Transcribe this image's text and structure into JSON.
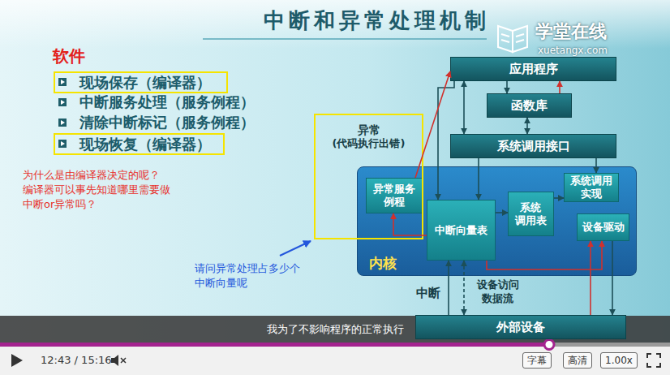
{
  "diagram": {
    "title": "中断和异常处理机制",
    "nodes": [
      {
        "text": [
          "现场保存（编译器）"
        ]
      },
      {
        "text": [
          "现场恢复（编译器）"
        ]
      },
      {
        "text": [
          "应用程序"
        ]
      },
      {
        "text": [
          "函数库"
        ]
      },
      {
        "text": [
          "系统调用接口"
        ]
      },
      {
        "text": [
          "异常",
          "(代码执行出错)"
        ]
      },
      {
        "text": [
          "内核"
        ]
      },
      {
        "text": [
          "异常服务 例程"
        ],
        "in": 6
      },
      {
        "text": [
          "中断向量表"
        ],
        "in": 6
      },
      {
        "text": [
          "系统 调用表"
        ],
        "in": 6
      },
      {
        "text": [
          "系统调用 实现"
        ],
        "in": 6
      },
      {
        "text": [
          "设备驱动"
        ],
        "in": 6
      },
      {
        "text": [
          "外部设备"
        ]
      },
      {
        "text": [
          "字幕"
        ]
      },
      {
        "text": [
          "高清"
        ]
      },
      {
        "text": [
          "1.00x"
        ]
      }
    ],
    "edges": [
      {
        "from": 2,
        "to": 3,
        "arrow": "to"
      },
      {
        "from": 3,
        "to": 2,
        "arrow": "to"
      },
      {
        "from": 2,
        "to": 4,
        "arrow": "both"
      },
      {
        "from": 3,
        "to": 4,
        "arrow": "both"
      },
      {
        "from": 2,
        "to": 8,
        "arrow": "to"
      },
      {
        "from": 4,
        "to": 8,
        "arrow": "to"
      },
      {
        "from": 7,
        "to": 2,
        "arrow": "to"
      },
      {
        "from": 8,
        "to": 7,
        "arrow": "to"
      },
      {
        "from": 8,
        "to": 9,
        "arrow": "to"
      },
      {
        "from": 9,
        "to": 10,
        "arrow": "to"
      },
      {
        "from": 8,
        "to": 11,
        "arrow": "to"
      },
      {
        "from": 4,
        "to": 10,
        "arrow": "to"
      },
      {
        "from": 12,
        "to": 8,
        "arrow": "to",
        "label": "中断"
      },
      {
        "from": 12,
        "to": 8,
        "arrow": "both",
        "label": "设备访问 数据流"
      },
      {
        "from": 12,
        "to": 11,
        "arrow": "to"
      },
      {
        "from": 11,
        "to": 12,
        "arrow": "to"
      }
    ],
    "labels": [
      "学堂在线",
      "xuetangx.com",
      "软件",
      "中断服务处理（服务例程）",
      "清除中断标记（服务例程）",
      "为什么是由编译器决定的呢？",
      "编译器可以事先知道哪里需要做",
      "中断or异常吗？",
      "请问异常处理占多少个",
      "中断向量呢",
      "我为了不影响程序的正常执行",
      "12:43 / 15:16"
    ]
  }
}
